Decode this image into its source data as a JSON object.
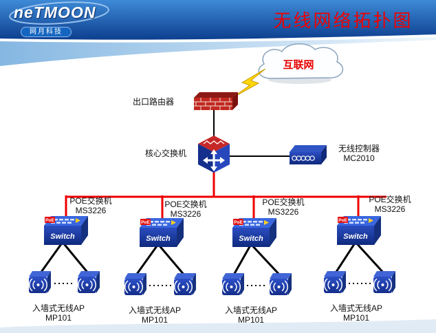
{
  "header": {
    "logo_text": "neTMOON",
    "logo_subtitle": "网月科技",
    "title": "无线网络拓扑图"
  },
  "internet": {
    "label": "互联网"
  },
  "router": {
    "label": "出口路由器"
  },
  "core_switch": {
    "label": "核心交换机"
  },
  "controller": {
    "label": "无线控制器",
    "model": "MC2010"
  },
  "poe_switch": {
    "label": "POE交换机",
    "model": "MS3226",
    "device_text": "Switch",
    "poe_badge": "PoE"
  },
  "ap": {
    "label": "入墙式无线AP",
    "model": "MP101"
  },
  "colors": {
    "header_blue": "#11489c",
    "swoosh_blue": "#8fc0e8",
    "title_red": "#ee0000",
    "trunk_link": "#ee0000",
    "device_link": "#000000",
    "device_blue": "#1d3faa",
    "device_red": "#c62828"
  }
}
